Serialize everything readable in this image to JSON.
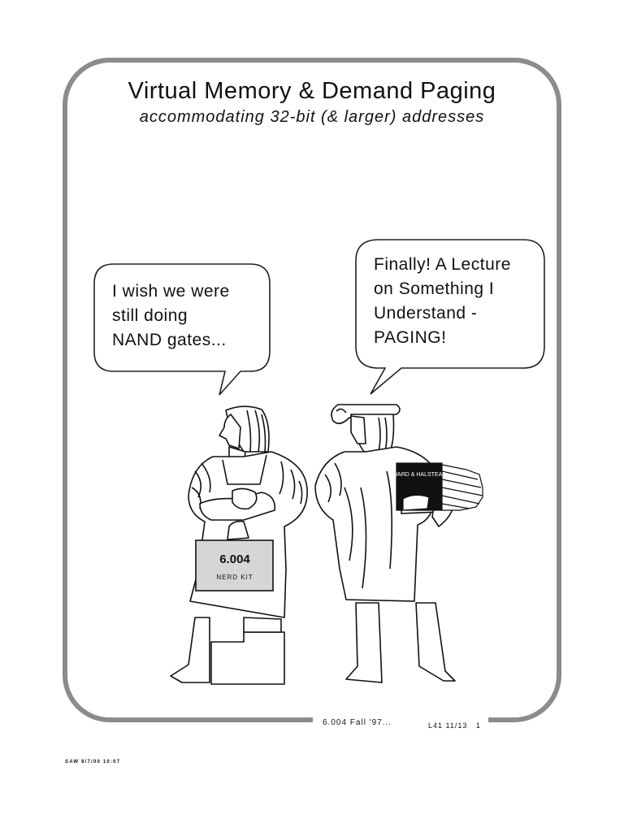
{
  "slide": {
    "title": "Virtual Memory & Demand Paging",
    "subtitle": "accommodating 32-bit (& larger) addresses"
  },
  "bubbles": {
    "left": [
      "I wish we were",
      "still doing",
      "NAND gates..."
    ],
    "right": [
      "Finally! A Lecture",
      "on Something I",
      "Understand -",
      "PAGING!"
    ]
  },
  "props": {
    "kit_title": "6.004",
    "kit_subtitle": "NERD KIT",
    "book_title": "WARD & HALSTEAD"
  },
  "footer": {
    "course": "6.004 Fall '97...",
    "slide_id": "L41 11/13   1"
  },
  "stamp": "SAW 8/7/00 10:07"
}
